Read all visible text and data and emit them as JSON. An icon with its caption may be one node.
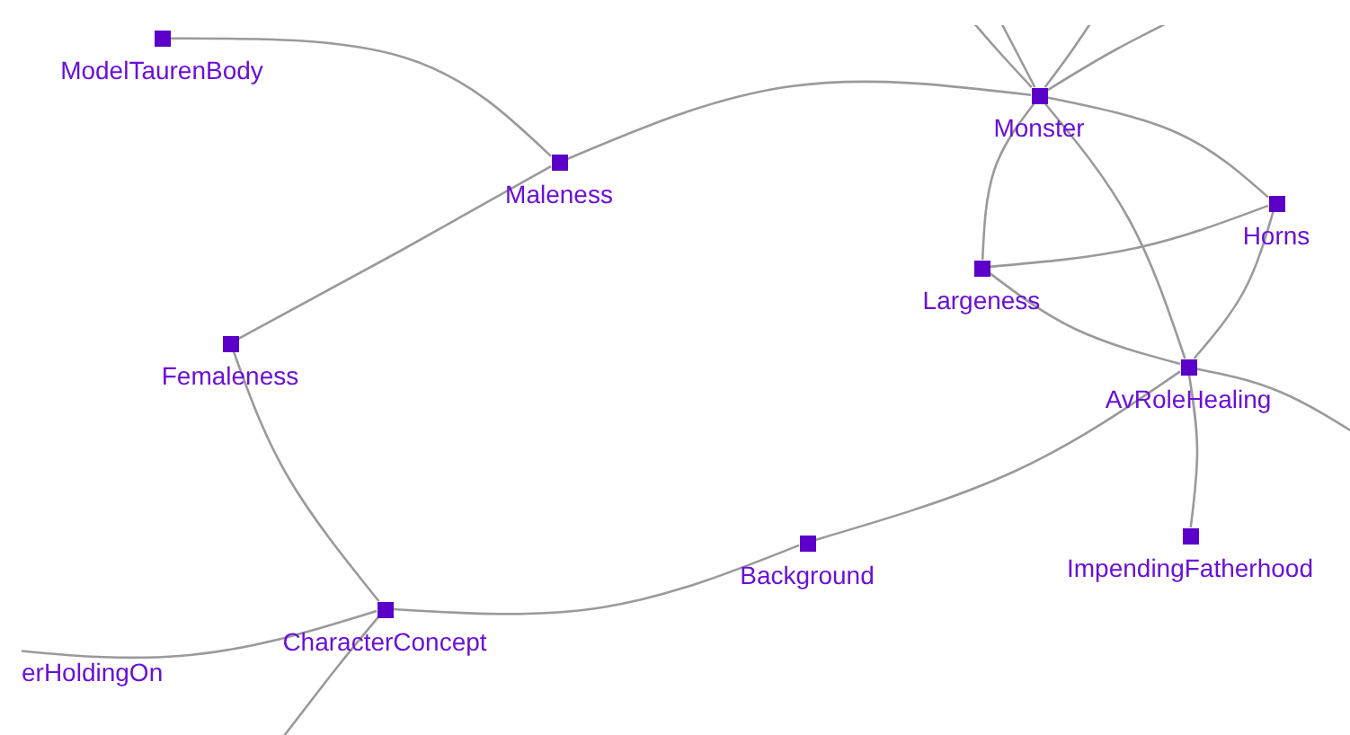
{
  "diagram": {
    "nodes": [
      {
        "text": [
          "ModelTaurenBody"
        ]
      },
      {
        "text": [
          "Maleness"
        ]
      },
      {
        "text": [
          "Monster"
        ]
      },
      {
        "text": [
          "Horns"
        ]
      },
      {
        "text": [
          "Largeness"
        ]
      },
      {
        "text": [
          "AvRoleHealing"
        ]
      },
      {
        "text": [
          "Femaleness"
        ]
      },
      {
        "text": [
          "Background"
        ]
      },
      {
        "text": [
          "ImpendingFatherhood"
        ]
      },
      {
        "text": [
          "CharacterConcept"
        ]
      },
      {
        "text": [
          "erHoldingOn"
        ]
      }
    ],
    "edges": [
      {
        "from": 0,
        "to": 1,
        "arrow": "none"
      },
      {
        "from": 1,
        "to": 2,
        "arrow": "none"
      },
      {
        "from": 1,
        "to": 6,
        "arrow": "none"
      },
      {
        "from": 6,
        "to": 9,
        "arrow": "none"
      },
      {
        "from": 9,
        "to": 7,
        "arrow": "none"
      },
      {
        "from": 7,
        "to": 5,
        "arrow": "none"
      },
      {
        "from": 2,
        "to": 4,
        "arrow": "none"
      },
      {
        "from": 2,
        "to": 3,
        "arrow": "none"
      },
      {
        "from": 2,
        "to": 5,
        "arrow": "none"
      },
      {
        "from": 4,
        "to": 3,
        "arrow": "none"
      },
      {
        "from": 4,
        "to": 5,
        "arrow": "none"
      },
      {
        "from": 3,
        "to": 5,
        "arrow": "none"
      },
      {
        "from": 5,
        "to": 8,
        "arrow": "none"
      },
      {
        "from": 5,
        "to": null,
        "arrow": "none"
      },
      {
        "from": 9,
        "to": 10,
        "arrow": "none"
      },
      {
        "from": 9,
        "to": null,
        "arrow": "none"
      },
      {
        "from": null,
        "to": 2,
        "arrow": "none"
      },
      {
        "from": null,
        "to": 2,
        "arrow": "none"
      },
      {
        "from": null,
        "to": 2,
        "arrow": "none"
      },
      {
        "from": null,
        "to": 2,
        "arrow": "none"
      }
    ]
  }
}
